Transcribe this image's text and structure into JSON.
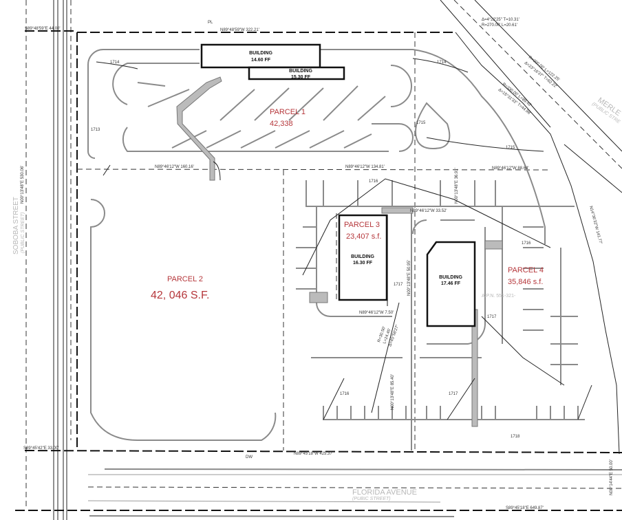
{
  "parcels": [
    {
      "name": "PARCEL 1",
      "area": "42,338"
    },
    {
      "name": "PARCEL 2",
      "area": "42, 046 S.F."
    },
    {
      "name": "PARCEL 3",
      "area": "23,407 s.f."
    },
    {
      "name": "PARCEL 4",
      "area": "35,846 s.f."
    }
  ],
  "buildings": [
    {
      "label": "BUILDING",
      "ff": "14.60 FF"
    },
    {
      "label": "BUILDING",
      "ff": "15.30 FF"
    },
    {
      "label": "BUILDING",
      "ff": "16.30 FF"
    },
    {
      "label": "BUILDING",
      "ff": "17.46 FF"
    }
  ],
  "streets": {
    "soboba": "SOBOBA STREET",
    "soboba_sub": "(PUBLIC STREET)",
    "florida": "FLORIDA AVENUE",
    "florida_sub": "(PUBIC STREET)",
    "merle": "MERLE",
    "merle_sub": "(PUBLIC STRE"
  },
  "bearings": {
    "top_left": "S89°48'59\"E  44.00'",
    "top": "N89°48'59\"W  322.21'",
    "mid_1": "N89°46'12\"W  160.16'",
    "mid_2": "N89°46'12\"W  134.81'",
    "mid_3": "N89°46'12\"W  88.64'",
    "p3_top": "N89°46'12\"W  33.52'",
    "west": "N00°13'48\"E  530.06'",
    "south": "N89°45'18\"W  425.37'",
    "sw": "S89°45'42\"E  33.00'",
    "p3_bottom": "N89°46'12\"W  7.50'",
    "p3_east": "N00°13'48\"E  50.95'",
    "p4_west": "N00°13'48\"E  85.40'",
    "p4_top": "N00°13'48\"E  36.91'",
    "east": "N00°14'44\"E  50.00'",
    "bottom": "S89°45'18\"E  649.87'",
    "diag": "N14°36'32\"W  141.77'"
  },
  "curves": {
    "c1a": "Δ=4°22'25\"  T=10.31'",
    "c1b": "R=270.00'  L=20.61'",
    "c2a": "R=300.00'  L=122.25'",
    "c2b": "Δ=23°16'37\"  T=62.22'",
    "c3a": "R=330.00'  L=89.42'",
    "c3b": "Δ=15°31'33\"  T=44.98'",
    "c4a": "R=30.50'",
    "c4b": "L=24.45'",
    "c4c": "Δ=45°58'27\""
  },
  "contours": [
    "1713",
    "1714",
    "1715",
    "1716",
    "1717",
    "1718"
  ],
  "misc": {
    "pl": "PL",
    "dw": "DW",
    "apn": "A.P.N. 551-321-"
  },
  "colors": {
    "parcel_label": "#b5363a",
    "linework": "#111111",
    "curb": "#8a8a8a"
  }
}
